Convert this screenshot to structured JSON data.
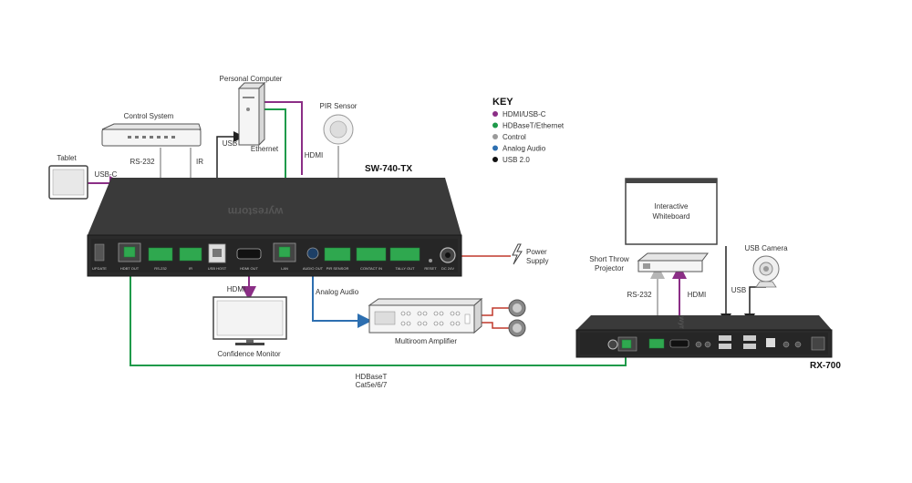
{
  "devices": {
    "tx_name": "SW-740-TX",
    "rx_name": "RX-700",
    "tablet": "Tablet",
    "control_system": "Control System",
    "personal_computer": "Personal Computer",
    "pir_sensor": "PIR Sensor",
    "confidence_monitor": "Confidence Monitor",
    "multiroom_amplifier": "Multiroom Amplifier",
    "interactive_whiteboard_1": "Interactive",
    "interactive_whiteboard_2": "Whiteboard",
    "short_throw_1": "Short Throw",
    "short_throw_2": "Projector",
    "usb_camera": "USB Camera",
    "power_supply_1": "Power",
    "power_supply_2": "Supply"
  },
  "tx_ports": [
    "UPDATE",
    "HDBT OUT",
    "RS-232",
    "IR",
    "USB HOST",
    "HDMI OUT",
    "LAN",
    "AUDIO OUT",
    "PIR SENSOR",
    "CONTACT IN",
    "TALLY OUT",
    "RESET",
    "DC 24V"
  ],
  "connections": {
    "usb_c": "USB-C",
    "rs232_tx": "RS-232",
    "ir": "IR",
    "usb_pc": "USB",
    "ethernet": "Ethernet",
    "hdmi_pc": "HDMI",
    "hdmi_monitor": "HDMI",
    "analog_audio": "Analog Audio",
    "hdbaset_1": "HDBaseT",
    "hdbaset_2": "Cat5e/6/7",
    "rs232_rx": "RS-232",
    "hdmi_projector": "HDMI",
    "usb_camera": "USB"
  },
  "key": {
    "title": "KEY",
    "items": [
      {
        "label": "HDMI/USB-C",
        "color": "#8b2e86"
      },
      {
        "label": "HDBaseT/Ethernet",
        "color": "#1f9a4a"
      },
      {
        "label": "Control",
        "color": "#9a9a9a"
      },
      {
        "label": "Analog Audio",
        "color": "#2d6fb0"
      },
      {
        "label": "USB 2.0",
        "color": "#111111"
      }
    ]
  }
}
